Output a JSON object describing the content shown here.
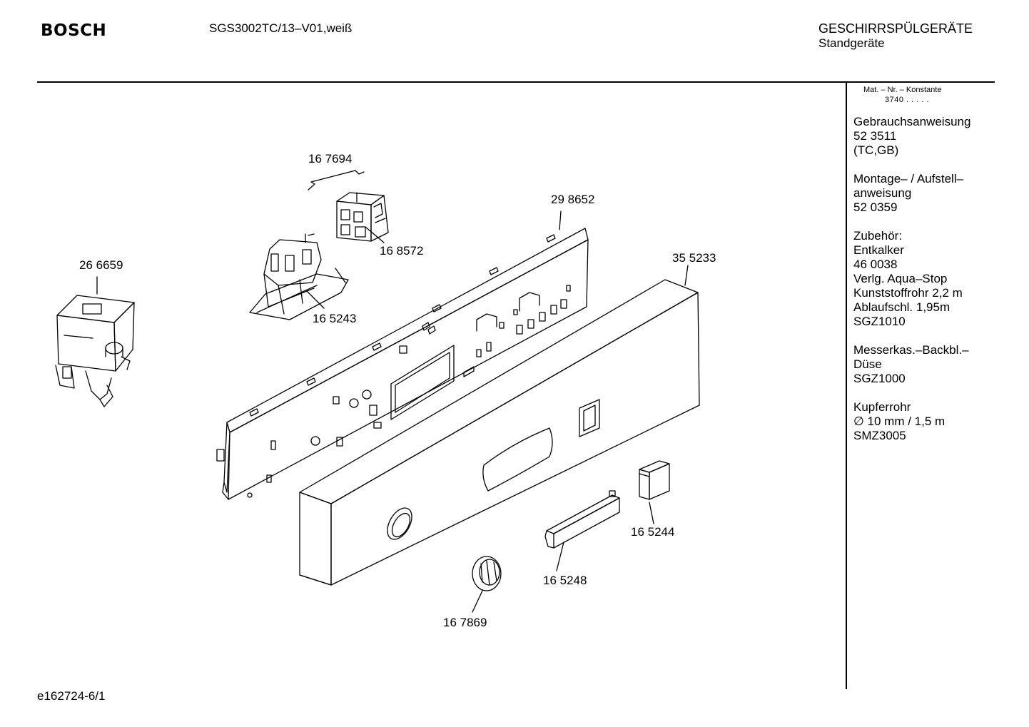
{
  "header": {
    "brand": "BOSCH",
    "model": "SGS3002TC/13–V01,weiß",
    "category": "GESCHIRRSPÜLGERÄTE",
    "subcategory": "Standgeräte"
  },
  "sidebar": {
    "mat_label": "Mat. – Nr. – Konstante",
    "mat_value": "3740  .   .   .   .   .",
    "blocks": [
      {
        "lines": [
          "Gebrauchsanweisung",
          "52 3511",
          "(TC,GB)"
        ]
      },
      {
        "lines": [
          "Montage– / Aufstell–",
          "anweisung",
          "52 0359"
        ]
      },
      {
        "lines": [
          "Zubehör:",
          "Entkalker",
          "46 0038",
          "Verlg. Aqua–Stop",
          "Kunststoffrohr 2,2 m",
          "Ablaufschl. 1,95m",
          "SGZ1010"
        ]
      },
      {
        "lines": [
          "Messerkas.–Backbl.–",
          "Düse",
          "SGZ1000"
        ]
      },
      {
        "lines": [
          "Kupferrohr",
          "∅ 10 mm / 1,5 m",
          "SMZ3005"
        ]
      }
    ]
  },
  "parts": {
    "p167694": "16 7694",
    "p298652": "29 8652",
    "p168572": "16 8572",
    "p266659": "26 6659",
    "p355233": "35 5233",
    "p165243": "16 5243",
    "p165244": "16 5244",
    "p165248": "16 5248",
    "p167869": "16 7869"
  },
  "footer": {
    "drawing_id": "e162724-6/1"
  }
}
